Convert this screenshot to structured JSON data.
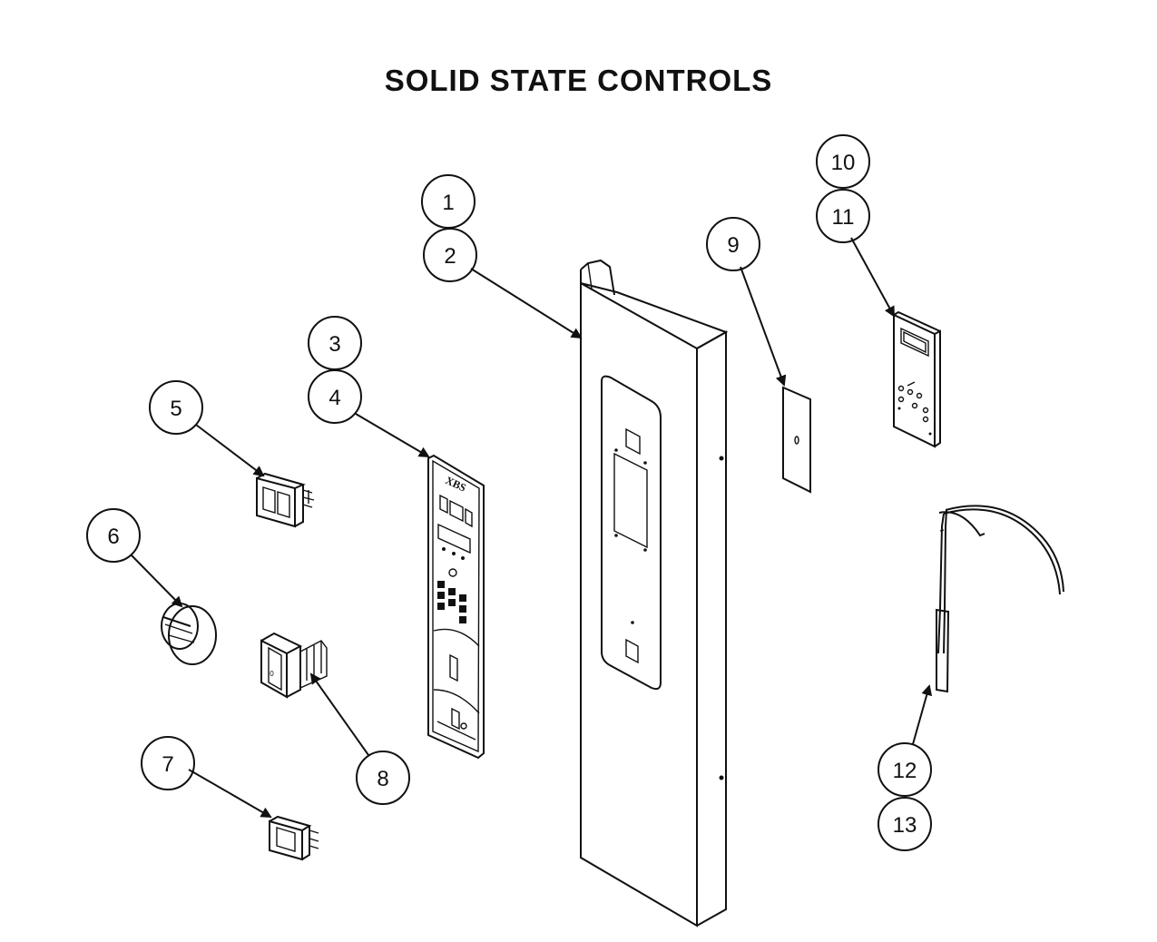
{
  "title": "SOLID STATE CONTROLS",
  "callouts": [
    {
      "id": "c1",
      "label": "1"
    },
    {
      "id": "c2",
      "label": "2"
    },
    {
      "id": "c3",
      "label": "3"
    },
    {
      "id": "c4",
      "label": "4"
    },
    {
      "id": "c5",
      "label": "5"
    },
    {
      "id": "c6",
      "label": "6"
    },
    {
      "id": "c7",
      "label": "7"
    },
    {
      "id": "c8",
      "label": "8"
    },
    {
      "id": "c9",
      "label": "9"
    },
    {
      "id": "c10",
      "label": "10"
    },
    {
      "id": "c11",
      "label": "11"
    },
    {
      "id": "c12",
      "label": "12"
    },
    {
      "id": "c13",
      "label": "13"
    }
  ]
}
